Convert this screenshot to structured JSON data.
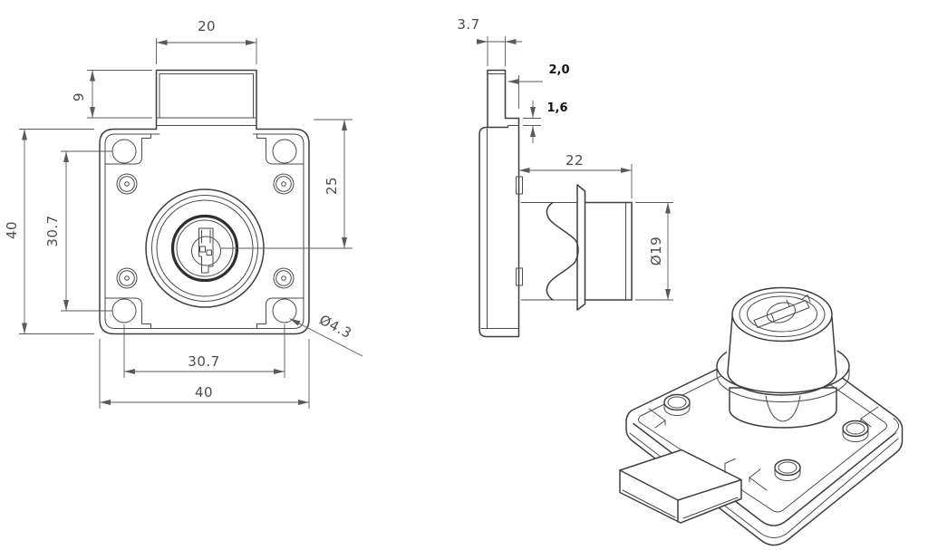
{
  "drawing": {
    "type": "engineering-drawing",
    "subject": "drawer lock (furniture cam lock) - three views",
    "line_color": "#3e3e3e",
    "dim_color": "#4c4c4c",
    "background": "#ffffff",
    "front_view": {
      "dims": {
        "tab_width": "20",
        "tab_height": "9",
        "overall_height": "40",
        "hole_spacing_vertical": "30.7",
        "center_to_latch": "25",
        "hole_spacing_horizontal": "30.7",
        "overall_width": "40",
        "mount_hole_diameter": "Ø4.3"
      }
    },
    "side_view": {
      "dims": {
        "latch_thickness": "3.7",
        "latch_offset": "2,0",
        "latch_step": "1,6",
        "cylinder_length": "22",
        "cylinder_diameter": "Ø19"
      }
    },
    "isometric_view": {
      "labels": []
    }
  }
}
